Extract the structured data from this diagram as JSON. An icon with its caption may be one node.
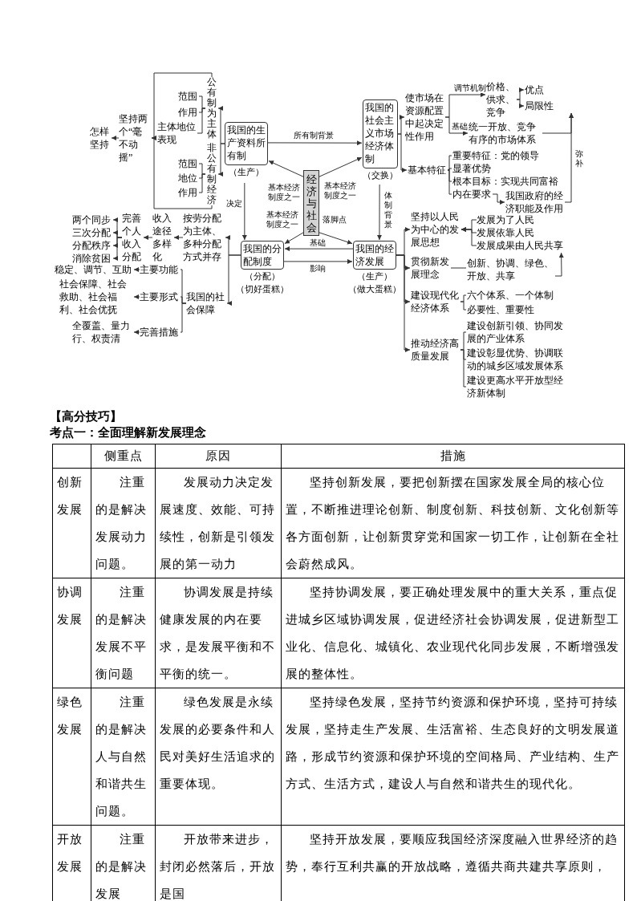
{
  "diagram": {
    "nodes": [
      {
        "text": [
          "经济与社会"
        ]
      },
      {
        "text": [
          "我国的生产资料所有制"
        ],
        "beside": [
          "（生产）"
        ]
      },
      {
        "text": [
          "我国的社会主义市场经济体制"
        ],
        "beside": [
          "（交换）"
        ]
      },
      {
        "text": [
          "我国的分配制度"
        ],
        "beside": [
          "（分配）",
          "（切好蛋糕）"
        ]
      },
      {
        "text": [
          "我国的经济发展"
        ],
        "beside": [
          "（生产）",
          "（做大蛋糕）"
        ]
      },
      {
        "text": [
          "公有制为主体"
        ]
      },
      {
        "text": [
          "非公有制经济"
        ]
      },
      {
        "text": [
          "范围"
        ]
      },
      {
        "text": [
          "作用"
        ]
      },
      {
        "text": [
          "主体地位表现"
        ]
      },
      {
        "text": [
          "范围"
        ]
      },
      {
        "text": [
          "地位"
        ]
      },
      {
        "text": [
          "作用"
        ]
      },
      {
        "text": [
          "坚持两个“毫不动摇”"
        ]
      },
      {
        "text": [
          "怎样坚持"
        ]
      },
      {
        "text": [
          "使市场在资源配置中起决定性作用"
        ]
      },
      {
        "text": [
          "价格、供求、竞争"
        ]
      },
      {
        "text": [
          "优点"
        ]
      },
      {
        "text": [
          "局限性"
        ]
      },
      {
        "text": [
          "统一开放、竞争有序的市场体系"
        ]
      },
      {
        "text": [
          "基本特征"
        ]
      },
      {
        "text": [
          "重要特征：党的领导"
        ]
      },
      {
        "text": [
          "显著优势"
        ]
      },
      {
        "text": [
          "根本目标：实现共同富裕"
        ]
      },
      {
        "text": [
          "内在要求"
        ]
      },
      {
        "text": [
          "我国政府的经济职能及作用"
        ]
      },
      {
        "text": [
          "按劳分配为主体、多种分配方式并存"
        ]
      },
      {
        "text": [
          "收入途径多样化"
        ]
      },
      {
        "text": [
          "完善个人收入分配"
        ]
      },
      {
        "text": [
          "两个同步"
        ]
      },
      {
        "text": [
          "三次分配"
        ]
      },
      {
        "text": [
          "分配秩序"
        ]
      },
      {
        "text": [
          "消除贫困"
        ]
      },
      {
        "text": [
          "我国的社会保障"
        ]
      },
      {
        "text": [
          "主要功能"
        ]
      },
      {
        "text": [
          "主要形式"
        ]
      },
      {
        "text": [
          "完善措施"
        ]
      },
      {
        "text": [
          "稳定、调节、互助"
        ]
      },
      {
        "text": [
          "社会保障、社会救助、社会福利、社会优抚"
        ]
      },
      {
        "text": [
          "全覆盖、量力行、权责清"
        ]
      },
      {
        "text": [
          "坚持以人民为中心的发展思想"
        ]
      },
      {
        "text": [
          "发展为了人民"
        ]
      },
      {
        "text": [
          "发展依靠人民"
        ]
      },
      {
        "text": [
          "发展成果由人民共享"
        ]
      },
      {
        "text": [
          "贯彻新发展理念"
        ]
      },
      {
        "text": [
          "创新、协调、绿色、开放、共享"
        ]
      },
      {
        "text": [
          "建设现代化经济体系"
        ]
      },
      {
        "text": [
          "六个体系、一个体制"
        ]
      },
      {
        "text": [
          "必要性、重要性"
        ]
      },
      {
        "text": [
          "推动经济高质量发展"
        ]
      },
      {
        "text": [
          "建设创新引领、协同发展的产业体系"
        ]
      },
      {
        "text": [
          "建设彰显优势、协调联动的城乡区域发展体系"
        ]
      },
      {
        "text": [
          "建设更高水平开放型经济新体制"
        ]
      }
    ],
    "edges": [
      {
        "from": 1,
        "to": 2,
        "arrow": "to",
        "label": "所有制背景"
      },
      {
        "from": 0,
        "to": 1,
        "arrow": "to",
        "label": "基本经济制度之一"
      },
      {
        "from": 0,
        "to": 2,
        "arrow": "to",
        "label": "基本经济制度之一"
      },
      {
        "from": 0,
        "to": 3,
        "arrow": "to",
        "label": "基本经济制度之一"
      },
      {
        "from": 0,
        "to": 4,
        "arrow": "to",
        "label": "落脚点"
      },
      {
        "from": 1,
        "to": 3,
        "arrow": "to",
        "label": "决定"
      },
      {
        "from": 2,
        "to": 4,
        "arrow": "to",
        "label": "体制背景"
      },
      {
        "from": 4,
        "to": 3,
        "arrow": "to",
        "label": "基础"
      },
      {
        "from": 3,
        "to": 4,
        "arrow": "to",
        "label": "影响"
      },
      {
        "from": 1,
        "to": 5,
        "arrow": "to"
      },
      {
        "from": 1,
        "to": 6,
        "arrow": "to"
      },
      {
        "from": 7,
        "to": 5,
        "arrow": "none"
      },
      {
        "from": 8,
        "to": 5,
        "arrow": "none"
      },
      {
        "from": 9,
        "to": 5,
        "arrow": "none"
      },
      {
        "from": 10,
        "to": 6,
        "arrow": "none"
      },
      {
        "from": 11,
        "to": 6,
        "arrow": "none"
      },
      {
        "from": 12,
        "to": 6,
        "arrow": "none"
      },
      {
        "from": 5,
        "to": 13,
        "arrow": "to"
      },
      {
        "from": 6,
        "to": 13,
        "arrow": "to"
      },
      {
        "from": 13,
        "to": 14,
        "arrow": "to"
      },
      {
        "from": 2,
        "to": 15,
        "arrow": "to"
      },
      {
        "from": 2,
        "to": 20,
        "arrow": "to"
      },
      {
        "from": 15,
        "to": 16,
        "arrow": "to",
        "label": "调节机制"
      },
      {
        "from": 15,
        "to": 19,
        "arrow": "to",
        "label": "基础"
      },
      {
        "from": 16,
        "to": 17,
        "arrow": "to"
      },
      {
        "from": 16,
        "to": 18,
        "arrow": "to"
      },
      {
        "from": 19,
        "to": 18,
        "arrow": "to"
      },
      {
        "from": 25,
        "to": 18,
        "arrow": "to",
        "label": "弥补"
      },
      {
        "from": 20,
        "to": 21,
        "arrow": "none"
      },
      {
        "from": 20,
        "to": 22,
        "arrow": "none"
      },
      {
        "from": 20,
        "to": 23,
        "arrow": "none"
      },
      {
        "from": 20,
        "to": 24,
        "arrow": "none"
      },
      {
        "from": 24,
        "to": 25,
        "arrow": "to"
      },
      {
        "from": 3,
        "to": 26,
        "arrow": "to"
      },
      {
        "from": 3,
        "to": 33,
        "arrow": "to"
      },
      {
        "from": 26,
        "to": 27,
        "arrow": "to"
      },
      {
        "from": 27,
        "to": 28,
        "arrow": "to"
      },
      {
        "from": 28,
        "to": 29,
        "arrow": "to"
      },
      {
        "from": 28,
        "to": 30,
        "arrow": "to"
      },
      {
        "from": 28,
        "to": 31,
        "arrow": "to"
      },
      {
        "from": 28,
        "to": 32,
        "arrow": "to"
      },
      {
        "from": 33,
        "to": 34,
        "arrow": "none"
      },
      {
        "from": 33,
        "to": 35,
        "arrow": "none"
      },
      {
        "from": 33,
        "to": 36,
        "arrow": "none"
      },
      {
        "from": 34,
        "to": 37,
        "arrow": "to"
      },
      {
        "from": 35,
        "to": 38,
        "arrow": "to"
      },
      {
        "from": 36,
        "to": 39,
        "arrow": "to"
      },
      {
        "from": 4,
        "to": 40,
        "arrow": "to"
      },
      {
        "from": 4,
        "to": 44,
        "arrow": "to"
      },
      {
        "from": 4,
        "to": 46,
        "arrow": "to"
      },
      {
        "from": 4,
        "to": 49,
        "arrow": "to"
      },
      {
        "from": 41,
        "to": 40,
        "arrow": "to"
      },
      {
        "from": 42,
        "to": 40,
        "arrow": "to"
      },
      {
        "from": 43,
        "to": 40,
        "arrow": "to"
      },
      {
        "from": 44,
        "to": 45,
        "arrow": "none"
      },
      {
        "from": 45,
        "to": 43,
        "arrow": "to"
      },
      {
        "from": 46,
        "to": 47,
        "arrow": "none"
      },
      {
        "from": 46,
        "to": 48,
        "arrow": "none"
      },
      {
        "from": 49,
        "to": 50,
        "arrow": "none"
      },
      {
        "from": 49,
        "to": 51,
        "arrow": "none"
      },
      {
        "from": 49,
        "to": 52,
        "arrow": "none"
      }
    ],
    "labels": [
      "【高分技巧】",
      "考点一：全面理解新发展理念",
      "侧重点",
      "原因",
      "措施",
      "创新发展",
      "注重的是解决发展动力问题。",
      "发展动力决定发展速度、效能、可持续性，创新是引领发展的第一动力",
      "坚持创新发展，要把创新摆在国家发展全局的核心位置，不断推进理论创新、制度创新、科技创新、文化创新等各方面创新，让创新贯穿党和国家一切工作，让创新在全社会蔚然成风。",
      "协调发展",
      "注重的是解决发展不平衡问题",
      "协调发展是持续健康发展的内在要求，是发展平衡和不平衡的统一。",
      "坚持协调发展，要正确处理发展中的重大关系，重点促进城乡区域协调发展，促进经济社会协调发展，促进新型工业化、信息化、城镇化、农业现代化同步发展，不断增强发展的整体性。",
      "绿色发展",
      "注重的是解决人与自然和谐共生问题。",
      "绿色发展是永续发展的必要条件和人民对美好生活追求的重要体现。",
      "坚持绿色发展，坚持节约资源和保护环境，坚持可持续发展，坚持走生产发展、生活富裕、生态良好的文明发展道路，形成节约资源和保护环境的空间格局、产业结构、生产方式、生活方式，建设人与自然和谐共生的现代化。",
      "开放发展",
      "注重的是解决发展",
      "开放带来进步，封闭必然落后，开放是国",
      "坚持开放发展，要顺应我国经济深度融入世界经济的趋势，奉行互利共赢的开放战略，遵循共商共建共享原则，"
    ]
  }
}
